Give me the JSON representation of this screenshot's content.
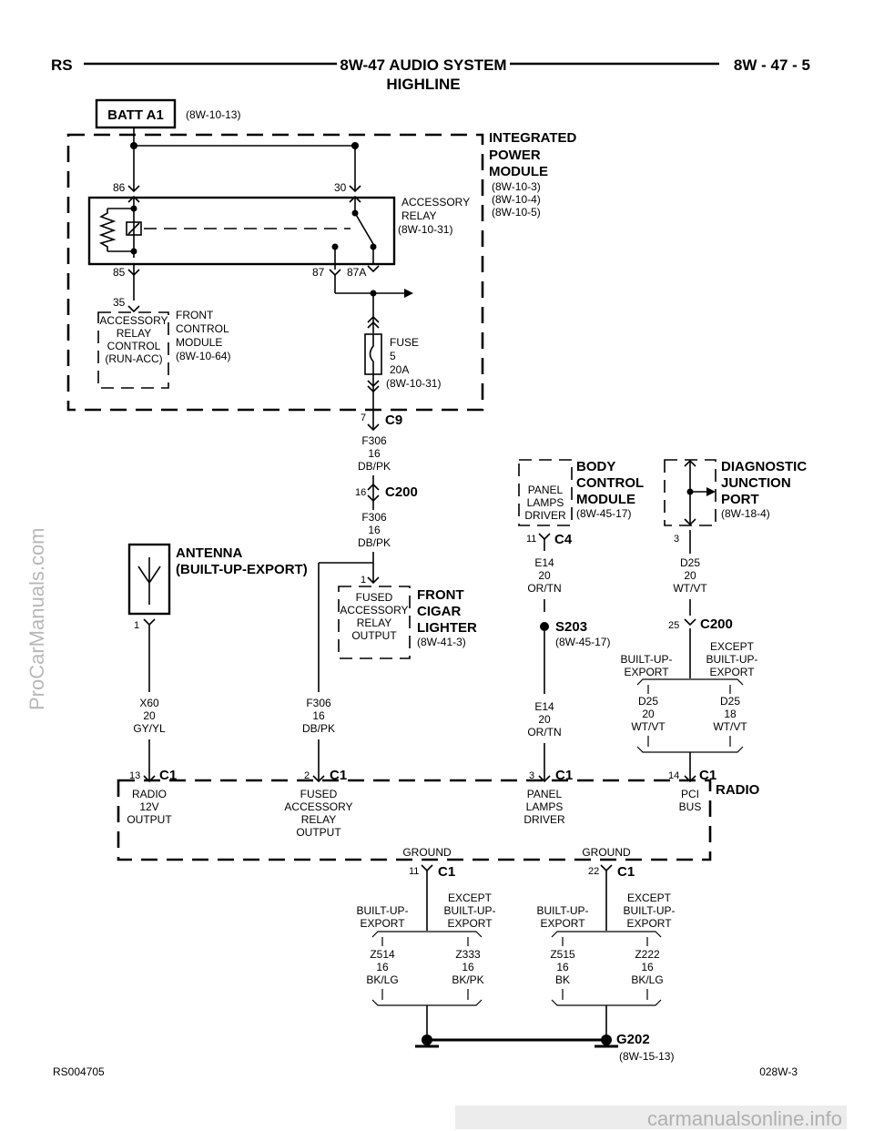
{
  "header": {
    "left": "RS",
    "title_line1": "8W-47 AUDIO SYSTEM",
    "title_line2": "HIGHLINE",
    "right": "8W - 47 - 5"
  },
  "watermark": {
    "side": "ProCarManuals.com",
    "bottom": "carmanualsonline.info"
  },
  "footer": {
    "left": "RS004705",
    "right": "028W-3"
  },
  "batt": {
    "label": "BATT A1",
    "ref": "(8W-10-13)"
  },
  "ipm": {
    "l1": "INTEGRATED",
    "l2": "POWER",
    "l3": "MODULE",
    "ref1": "(8W-10-3)",
    "ref2": "(8W-10-4)",
    "ref3": "(8W-10-5)",
    "relay_l1": "ACCESSORY",
    "relay_l2": "RELAY",
    "relay_ref": "(8W-10-31)",
    "pin86": "86",
    "pin30": "30",
    "pin85": "85",
    "pin87": "87",
    "pin87a": "87A",
    "fuse_l1": "FUSE",
    "fuse_l2": "5",
    "fuse_l3": "20A",
    "fuse_ref": "(8W-10-31)"
  },
  "fcm": {
    "pin": "35",
    "in1": "ACCESSORY",
    "in2": "RELAY",
    "in3": "CONTROL",
    "in4": "(RUN-ACC)",
    "l1": "FRONT",
    "l2": "CONTROL",
    "l3": "MODULE",
    "ref": "(8W-10-64)"
  },
  "c9": {
    "pin": "7",
    "name": "C9",
    "w1": "F306",
    "w2": "16",
    "w3": "DB/PK"
  },
  "c200a": {
    "pin": "16",
    "name": "C200",
    "w1": "F306",
    "w2": "16",
    "w3": "DB/PK"
  },
  "cigar": {
    "pin": "1",
    "in1": "FUSED",
    "in2": "ACCESSORY",
    "in3": "RELAY",
    "in4": "OUTPUT",
    "l1": "FRONT",
    "l2": "CIGAR",
    "l3": "LIGHTER",
    "ref": "(8W-41-3)",
    "w1": "F306",
    "w2": "16",
    "w3": "DB/PK"
  },
  "antenna": {
    "l1": "ANTENNA",
    "l2": "(BUILT-UP-EXPORT)",
    "pin": "1",
    "w1": "X60",
    "w2": "20",
    "w3": "GY/YL"
  },
  "bcm": {
    "in1": "PANEL",
    "in2": "LAMPS",
    "in3": "DRIVER",
    "l1": "BODY",
    "l2": "CONTROL",
    "l3": "MODULE",
    "ref": "(8W-45-17)",
    "pin": "11",
    "conn": "C4",
    "w1": "E14",
    "w2": "20",
    "w3": "OR/TN",
    "splice": "S203",
    "splice_ref": "(8W-45-17)",
    "w4": "E14",
    "w5": "20",
    "w6": "OR/TN"
  },
  "djp": {
    "l1": "DIAGNOSTIC",
    "l2": "JUNCTION",
    "l3": "PORT",
    "ref": "(8W-18-4)",
    "pin": "3",
    "w1": "D25",
    "w2": "20",
    "w3": "WT/VT",
    "c200_pin": "25",
    "c200_name": "C200",
    "opt_a1": "BUILT-UP-",
    "opt_a2": "EXPORT",
    "opt_b1": "EXCEPT",
    "opt_b2": "BUILT-UP-",
    "opt_b3": "EXPORT",
    "wa1": "D25",
    "wa2": "20",
    "wa3": "WT/VT",
    "wb1": "D25",
    "wb2": "18",
    "wb3": "WT/VT"
  },
  "radio": {
    "name": "RADIO",
    "p13": "13",
    "p2": "2",
    "p3": "3",
    "p14": "14",
    "c1": "C1",
    "f13a": "RADIO",
    "f13b": "12V",
    "f13c": "OUTPUT",
    "f2a": "FUSED",
    "f2b": "ACCESSORY",
    "f2c": "RELAY",
    "f2d": "OUTPUT",
    "f3a": "PANEL",
    "f3b": "LAMPS",
    "f3c": "DRIVER",
    "f14a": "PCI",
    "f14b": "BUS",
    "gnd": "GROUND",
    "p11": "11",
    "p22": "22"
  },
  "ground": {
    "opt_a1": "BUILT-UP-",
    "opt_a2": "EXPORT",
    "opt_b1": "EXCEPT",
    "opt_b2": "BUILT-UP-",
    "opt_b3": "EXPORT",
    "z514a": "Z514",
    "z514b": "16",
    "z514c": "BK/LG",
    "z333a": "Z333",
    "z333b": "16",
    "z333c": "BK/PK",
    "z515a": "Z515",
    "z515b": "16",
    "z515c": "BK",
    "z222a": "Z222",
    "z222b": "16",
    "z222c": "BK/LG",
    "name": "G202",
    "ref": "(8W-15-13)"
  }
}
